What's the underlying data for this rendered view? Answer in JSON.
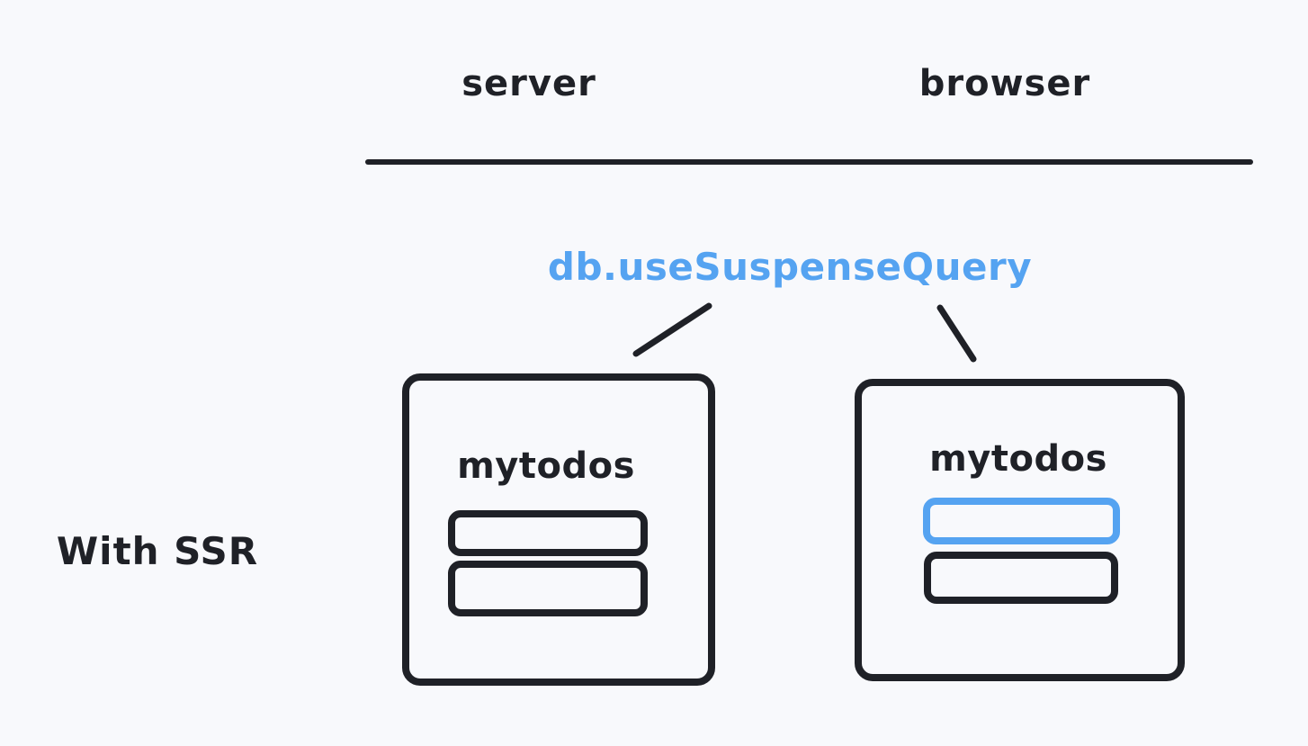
{
  "labels": {
    "server_column": "server",
    "browser_column": "browser"
  },
  "method_label": "db.useSuspenseQuery",
  "row_label": "With SSR",
  "boxes": [
    {
      "name": "server-store",
      "title": "mytodos",
      "bars": [
        {
          "color": "ink"
        },
        {
          "color": "ink"
        }
      ]
    },
    {
      "name": "browser-store",
      "title": "mytodos",
      "bars": [
        {
          "color": "accent"
        },
        {
          "color": "ink"
        }
      ]
    }
  ],
  "colors": {
    "background": "#f8f9fc",
    "ink": "#1f2127",
    "accent": "#55a3f1"
  }
}
